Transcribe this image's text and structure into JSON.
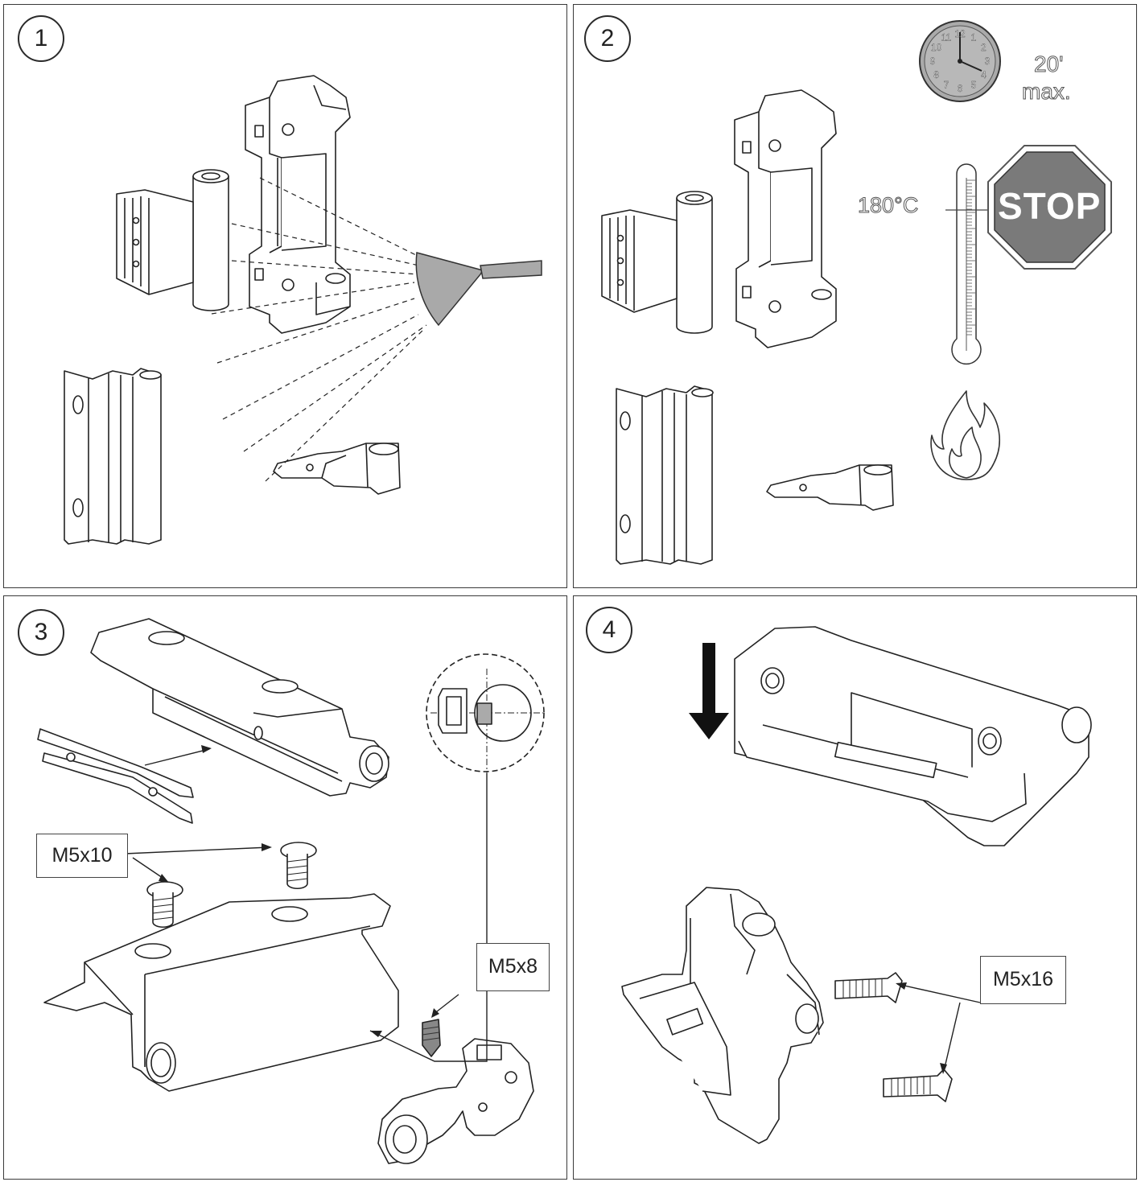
{
  "steps": [
    {
      "number": "1"
    },
    {
      "number": "2"
    },
    {
      "number": "3"
    },
    {
      "number": "4"
    }
  ],
  "step2": {
    "time_value": "20'",
    "time_max": "max.",
    "temperature": "180°C",
    "stop_sign": "STOP",
    "clock_numbers": [
      "12",
      "1",
      "2",
      "3",
      "4",
      "5",
      "6",
      "7",
      "8",
      "9",
      "10",
      "11"
    ]
  },
  "step3": {
    "screw_label_1": "M5x10",
    "screw_label_2": "M5x8"
  },
  "step4": {
    "screw_label": "M5x16"
  }
}
